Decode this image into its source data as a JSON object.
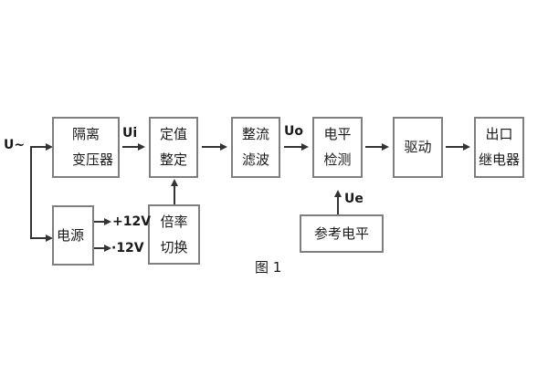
{
  "figure": {
    "caption": "图 1",
    "input_label": "U~",
    "signal_labels": {
      "ui": "Ui",
      "uo": "Uo",
      "ue": "Ue"
    },
    "power_outputs": {
      "positive": "+12V",
      "negative": "·12V"
    },
    "blocks": {
      "isolation_transformer": {
        "line1": "隔离",
        "line2": "变压器"
      },
      "setting": {
        "line1": "定值",
        "line2": "整定"
      },
      "rectifier_filter": {
        "line1": "整流",
        "line2": "滤波"
      },
      "level_detection": {
        "line1": "电平",
        "line2": "检测"
      },
      "drive": {
        "label": "驱动"
      },
      "output_relay": {
        "line1": "出口",
        "line2": "继电器"
      },
      "power_supply": {
        "label": "电源"
      },
      "ratio_switch": {
        "line1": "倍率",
        "line2": "切换"
      },
      "reference_level": {
        "label": "参考电平"
      }
    },
    "colors": {
      "background": "#ffffff",
      "box_border": "#7f7f7f",
      "line": "#333333",
      "text": "#1a1a1a"
    }
  }
}
